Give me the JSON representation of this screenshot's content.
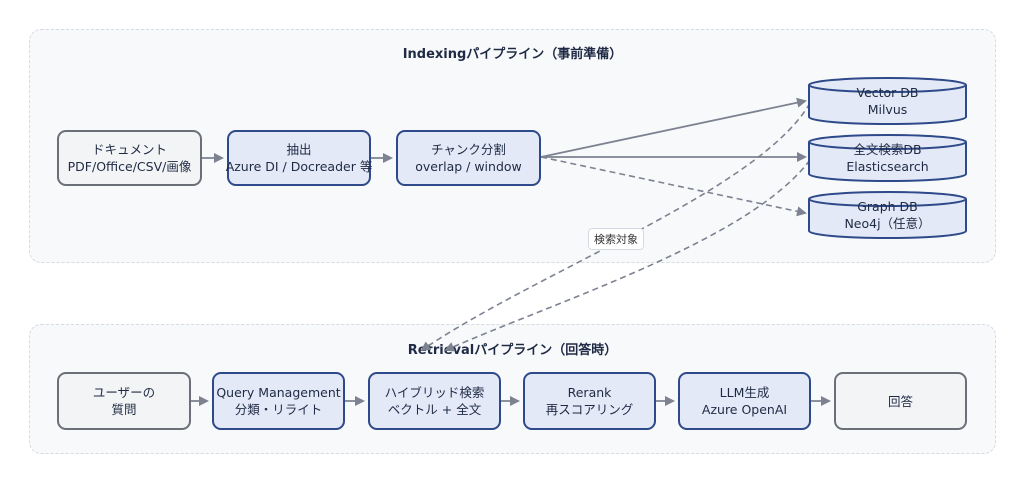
{
  "indexing": {
    "title": "Indexingパイプライン（事前準備）",
    "nodes": {
      "document": [
        "ドキュメント",
        "PDF/Office/CSV/画像"
      ],
      "extract": [
        "抽出",
        "Azure DI / Docreader 等"
      ],
      "chunk": [
        "チャンク分割",
        "overlap / window"
      ]
    },
    "databases": {
      "vector": [
        "Vector DB",
        "Milvus"
      ],
      "fulltext": [
        "全文検索DB",
        "Elasticsearch"
      ],
      "graph": [
        "Graph DB",
        "Neo4j（任意）"
      ]
    },
    "edge_label": "検索対象"
  },
  "retrieval": {
    "title": "Retrievalパイプライン（回答時）",
    "nodes": {
      "question": [
        "ユーザーの",
        "質問"
      ],
      "query": [
        "Query Management",
        "分類・リライト"
      ],
      "hybrid": [
        "ハイブリッド検索",
        "ベクトル + 全文"
      ],
      "rerank": [
        "Rerank",
        "再スコアリング"
      ],
      "llm": [
        "LLM生成",
        "Azure OpenAI"
      ],
      "answer": [
        "回答"
      ]
    }
  },
  "colors": {
    "node_fill": "#e3e9f6",
    "node_border": "#2f4a8a",
    "gray_fill": "#f3f4f6",
    "gray_border": "#6b6f78",
    "arrow": "#7d8290"
  }
}
